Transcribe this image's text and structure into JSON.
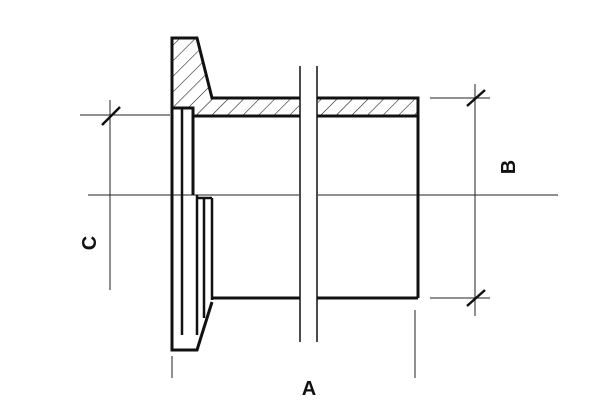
{
  "drawing": {
    "dimensions": {
      "a": "A",
      "b": "B",
      "c": "C"
    },
    "colors": {
      "outline": "#111111",
      "hatch": "#111111",
      "thin_line": "#222222",
      "background": "#ffffff"
    }
  }
}
